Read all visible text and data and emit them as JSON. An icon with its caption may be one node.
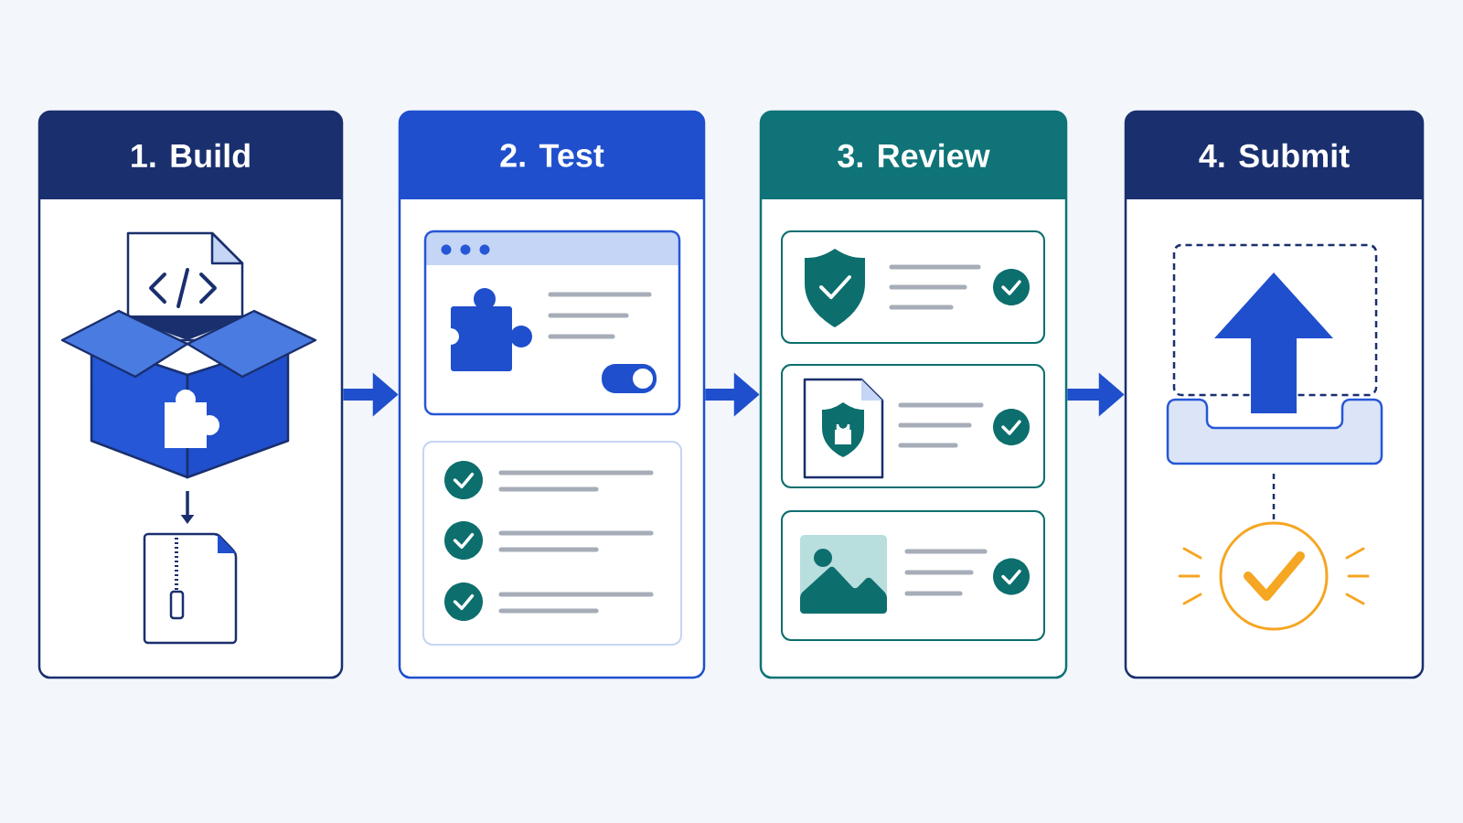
{
  "diagram": {
    "nodes": [
      {
        "text": [
          "1. Build"
        ]
      },
      {
        "text": [
          "2. Test"
        ]
      },
      {
        "text": [
          "3. Review"
        ]
      },
      {
        "text": [
          "4. Submit"
        ]
      }
    ],
    "edges": [
      {
        "from": 0,
        "to": 1,
        "arrow": "to"
      },
      {
        "from": 1,
        "to": 2,
        "arrow": "to"
      },
      {
        "from": 2,
        "to": 3,
        "arrow": "to"
      }
    ]
  }
}
